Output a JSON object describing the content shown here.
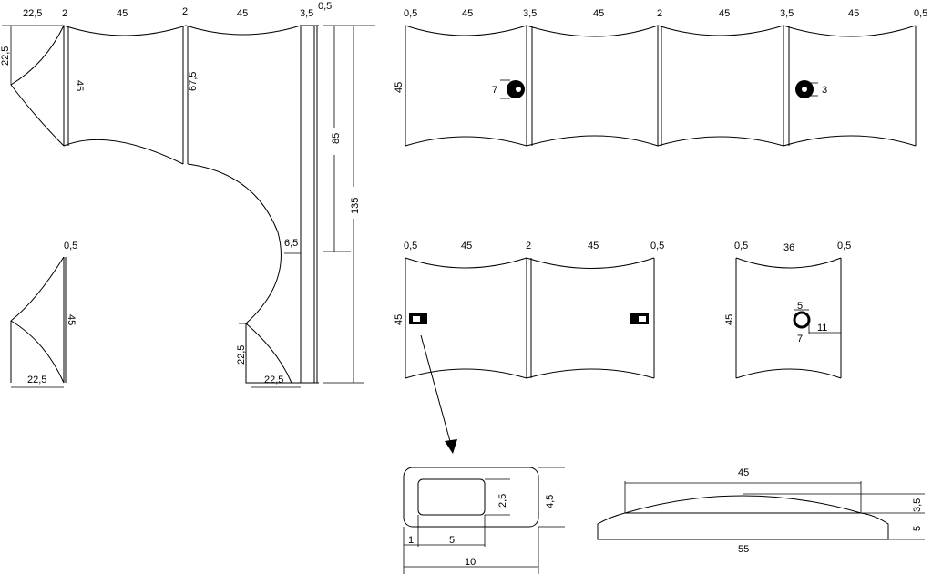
{
  "left_profile": {
    "top": [
      "22,5",
      "2",
      "45",
      "2",
      "45",
      "3,5",
      "0,5"
    ],
    "side_22_5": "22,5",
    "side_45": "45",
    "side_67_5": "67,5",
    "side_85": "85",
    "side_135": "135",
    "side_6_5": "6,5",
    "bottom_22_5_v": "22,5",
    "bottom_22_5_h": "22,5"
  },
  "small_triangle": {
    "top": "0,5",
    "side": "45",
    "bottom": "22,5"
  },
  "top_panel": {
    "top": [
      "0,5",
      "45",
      "3,5",
      "45",
      "2",
      "45",
      "3,5",
      "45",
      "0,5"
    ],
    "height": "45",
    "hole_left": "7",
    "hole_right": "3"
  },
  "middle_panel": {
    "top": [
      "0,5",
      "45",
      "2",
      "45",
      "0,5"
    ],
    "height": "45"
  },
  "right_panel": {
    "top": [
      "0,5",
      "36",
      "0,5"
    ],
    "height": "45",
    "hole_top": "5",
    "hole_bottom": "7",
    "hole_side": "11"
  },
  "slot_detail": {
    "inner_h": "2,5",
    "outer_h": "4,5",
    "edge": "1",
    "inner_w": "5",
    "outer_w": "10"
  },
  "side_detail": {
    "top": "45",
    "bump": "3,5",
    "base_h": "5",
    "bottom": "55"
  }
}
